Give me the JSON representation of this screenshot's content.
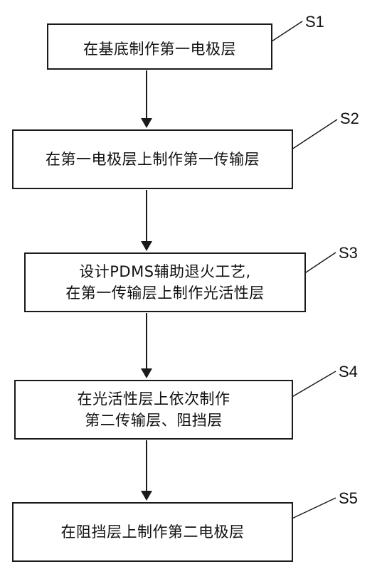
{
  "steps": [
    {
      "label": "S1",
      "lines": [
        "在基底制作第一电极层"
      ]
    },
    {
      "label": "S2",
      "lines": [
        "在第一电极层上制作第一传输层"
      ]
    },
    {
      "label": "S3",
      "lines": [
        "设计PDMS辅助退火工艺,",
        "在第一传输层上制作光活性层"
      ]
    },
    {
      "label": "S4",
      "lines": [
        "在光活性层上依次制作",
        "第二传输层、阻挡层"
      ]
    },
    {
      "label": "S5",
      "lines": [
        "在阻挡层上制作第二电极层"
      ]
    }
  ],
  "colors": {
    "stroke": "#1a1a1a",
    "text": "#111111",
    "background": "#ffffff"
  }
}
